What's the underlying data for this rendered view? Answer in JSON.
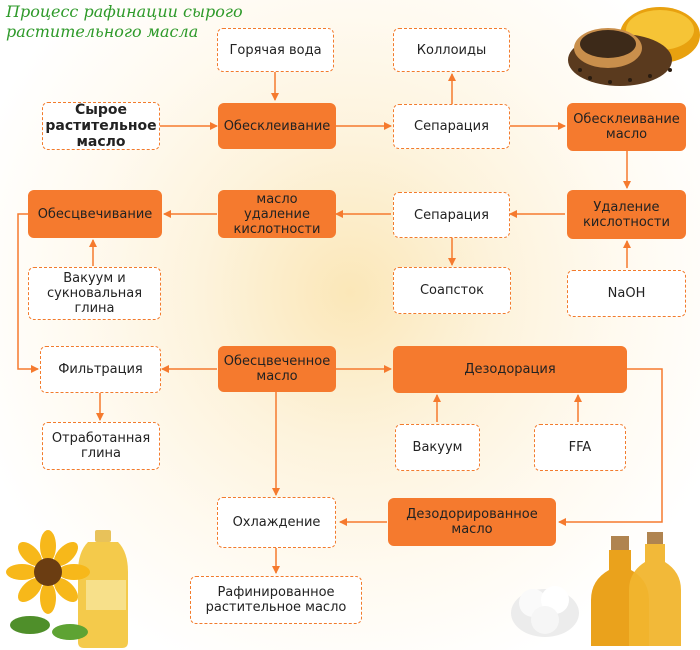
{
  "title": {
    "line1": "Процесс рафинации сырого",
    "line2": "растительного масла"
  },
  "colors": {
    "accent": "#f57a2e",
    "title_green": "#2e9a2a"
  },
  "nodes": {
    "hot_water": "Горячая вода",
    "colloids": "Коллоиды",
    "crude_oil": "Сырое растительное масло",
    "degumming": "Обесклеивание",
    "separation_1": "Сепарация",
    "degummed_oil": "Обесклеивание масло",
    "bleaching": "Обесцвечивание",
    "deacidified_oil": "масло удаление кислотности",
    "separation_2": "Сепарация",
    "deacidification": "Удаление кислотности",
    "vacuum_clay": "Вакуум и сукновальная глина",
    "soapstock": "Соапсток",
    "naoh": "NaOH",
    "filtration": "Фильтрация",
    "bleached_oil": "Обесцвеченное масло",
    "deodorization": "Дезодорация",
    "spent_clay": "Отработанная глина",
    "vacuum": "Вакуум",
    "ffa": "FFA",
    "cooling": "Охлаждение",
    "deodorized_oil": "Дезодорированное масло",
    "refined_oil": "Рафинированное растительное масло"
  },
  "icons": [
    "seeds-oil-bowl-image",
    "sunflower-bottle-image",
    "cotton-oil-bottles-image"
  ]
}
